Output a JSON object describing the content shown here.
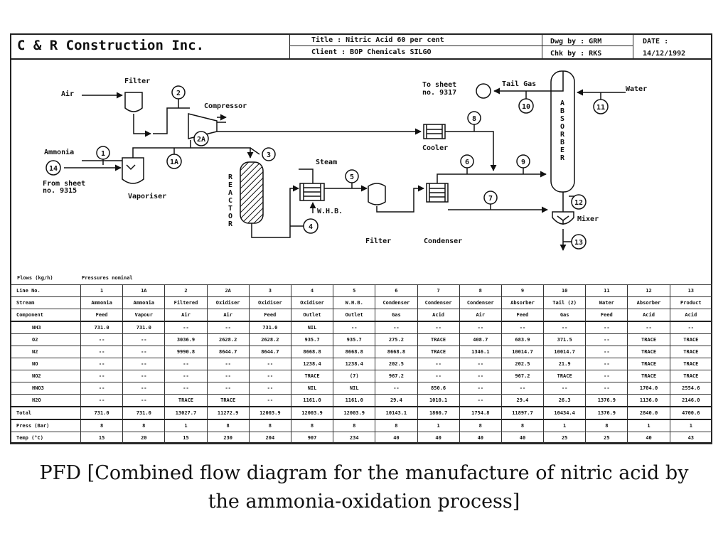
{
  "header": {
    "company": "C & R Construction Inc.",
    "title": "Title : Nitric Acid 60 per cent",
    "client": "Client : BOP Chemicals SILGO",
    "drawn_by": "Dwg by : GRM",
    "checked_by": "Chk by : RKS",
    "date_label": "DATE :",
    "date": "14/12/1992"
  },
  "diagram": {
    "labels": {
      "air": "Air",
      "filter1": "Filter",
      "compressor": "Compressor",
      "ammonia": "Ammonia",
      "from_sheet_1": "From sheet",
      "from_sheet_2": "no. 9315",
      "vaporiser": "Vaporiser",
      "reactor": "REACTOR",
      "steam": "Steam",
      "whb": "W.H.B.",
      "filter2": "Filter",
      "condenser": "Condenser",
      "cooler": "Cooler",
      "to_sheet_1": "To sheet",
      "to_sheet_2": "no. 9317",
      "tail_gas": "Tail Gas",
      "water": "Water",
      "absorber": "ABSORBER",
      "mixer": "Mixer"
    },
    "streams": {
      "s1": "1",
      "s1a": "1A",
      "s2": "2",
      "s2a": "2A",
      "s3": "3",
      "s4": "4",
      "s5": "5",
      "s6": "6",
      "s7": "7",
      "s8": "8",
      "s9": "9",
      "s10": "10",
      "s11": "11",
      "s12": "12",
      "s13": "13",
      "s14": "14"
    }
  },
  "table": {
    "flows_note": "Flows (kg/h)",
    "pressure_note": "Pressures nominal",
    "line_no": {
      "label": "Line No.",
      "values": [
        "1",
        "1A",
        "2",
        "2A",
        "3",
        "4",
        "5",
        "6",
        "7",
        "8",
        "9",
        "10",
        "11",
        "12",
        "13"
      ]
    },
    "stream1": {
      "label": "Stream",
      "values": [
        "Ammonia",
        "Ammonia",
        "Filtered",
        "Oxidiser",
        "Oxidiser",
        "Oxidiser",
        "W.H.B.",
        "Condenser",
        "Condenser",
        "Condenser",
        "Absorber",
        "Tail (2)",
        "Water",
        "Absorber",
        "Product"
      ]
    },
    "stream2": {
      "label": "Component",
      "values": [
        "Feed",
        "Vapour",
        "Air",
        "Air",
        "Feed",
        "Outlet",
        "Outlet",
        "Gas",
        "Acid",
        "Air",
        "Feed",
        "Gas",
        "Feed",
        "Acid",
        "Acid"
      ]
    },
    "components": [
      {
        "label": "NH3",
        "values": [
          "731.0",
          "731.0",
          "--",
          "--",
          "731.0",
          "NIL",
          "--",
          "--",
          "--",
          "--",
          "--",
          "--",
          "--",
          "--",
          "--"
        ]
      },
      {
        "label": "O2",
        "values": [
          "--",
          "--",
          "3036.9",
          "2628.2",
          "2628.2",
          "935.7",
          "935.7",
          "275.2",
          "TRACE",
          "408.7",
          "683.9",
          "371.5",
          "--",
          "TRACE",
          "TRACE"
        ]
      },
      {
        "label": "N2",
        "values": [
          "--",
          "--",
          "9990.8",
          "8644.7",
          "8644.7",
          "8668.8",
          "8668.8",
          "8668.8",
          "TRACE",
          "1346.1",
          "10014.7",
          "10014.7",
          "--",
          "TRACE",
          "TRACE"
        ]
      },
      {
        "label": "NO",
        "values": [
          "--",
          "--",
          "--",
          "--",
          "--",
          "1238.4",
          "1238.4",
          "202.5",
          "--",
          "--",
          "202.5",
          "21.9",
          "--",
          "TRACE",
          "TRACE"
        ]
      },
      {
        "label": "NO2",
        "values": [
          "--",
          "--",
          "--",
          "--",
          "--",
          "TRACE",
          "(7)",
          "967.2",
          "--",
          "--",
          "967.2",
          "TRACE",
          "--",
          "TRACE",
          "TRACE"
        ]
      },
      {
        "label": "HNO3",
        "values": [
          "--",
          "--",
          "--",
          "--",
          "--",
          "NIL",
          "NIL",
          "--",
          "850.6",
          "--",
          "--",
          "--",
          "--",
          "1704.0",
          "2554.6"
        ]
      },
      {
        "label": "H2O",
        "values": [
          "--",
          "--",
          "TRACE",
          "TRACE",
          "--",
          "1161.0",
          "1161.0",
          "29.4",
          "1010.1",
          "--",
          "29.4",
          "26.3",
          "1376.9",
          "1136.0",
          "2146.0"
        ]
      }
    ],
    "total": {
      "label": "Total",
      "values": [
        "731.0",
        "731.0",
        "13027.7",
        "11272.9",
        "12003.9",
        "12003.9",
        "12003.9",
        "10143.1",
        "1860.7",
        "1754.8",
        "11897.7",
        "10434.4",
        "1376.9",
        "2840.0",
        "4700.6"
      ]
    },
    "pressure": {
      "label": "Press (Bar)",
      "values": [
        "8",
        "8",
        "1",
        "8",
        "8",
        "8",
        "8",
        "8",
        "1",
        "8",
        "8",
        "1",
        "8",
        "1",
        "1"
      ]
    },
    "temperature": {
      "label": "Temp (°C)",
      "values": [
        "15",
        "20",
        "15",
        "230",
        "204",
        "907",
        "234",
        "40",
        "40",
        "40",
        "40",
        "25",
        "25",
        "40",
        "43"
      ]
    }
  },
  "caption": {
    "line1": "PFD [Combined flow diagram for the manufacture of nitric acid by",
    "line2": "the ammonia-oxidation process]"
  }
}
